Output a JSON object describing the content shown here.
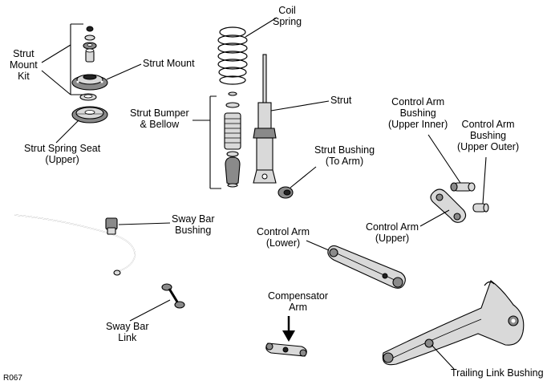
{
  "labels": {
    "coil_spring": "Coil\nSpring",
    "strut_mount_kit": "Strut\nMount\nKit",
    "strut_mount": "Strut Mount",
    "strut": "Strut",
    "strut_spring_seat": "Strut Spring Seat\n(Upper)",
    "strut_bumper_bellow": "Strut Bumper\n& Bellow",
    "strut_bushing": "Strut Bushing\n(To Arm)",
    "control_arm_bushing_upper_inner": "Control Arm\nBushing\n(Upper Inner)",
    "control_arm_bushing_upper_outer": "Control Arm\nBushing\n(Upper Outer)",
    "control_arm_upper": "Control Arm\n(Upper)",
    "sway_bar_bushing": "Sway Bar\nBushing",
    "control_arm_lower": "Control Arm\n(Lower)",
    "compensator_arm": "Compensator\nArm",
    "sway_bar_link": "Sway Bar\nLink",
    "trailing_link_bushing": "Trailing Link Bushing",
    "figure_code": "R067"
  }
}
